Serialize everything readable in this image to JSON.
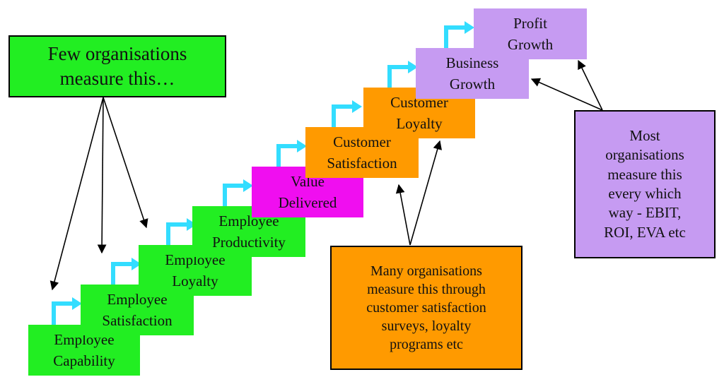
{
  "steps": [
    {
      "label": "Employee\nCapability"
    },
    {
      "label": "Employee\nSatisfaction"
    },
    {
      "label": "Employee\nLoyalty"
    },
    {
      "label": "Employee\nProductivity"
    },
    {
      "label": "Value\nDelivered"
    },
    {
      "label": "Customer\nSatisfaction"
    },
    {
      "label": "Customer\nLoyalty"
    },
    {
      "label": "Business\nGrowth"
    },
    {
      "label": "Profit\nGrowth"
    }
  ],
  "notes": {
    "few": "Few organisations\nmeasure this…",
    "many": "Many organisations\nmeasure this through\ncustomer satisfaction\nsurveys, loyalty\nprograms etc",
    "most": "Most\norganisations\nmeasure this\nevery which\nway - EBIT,\nROI, EVA etc"
  },
  "colors": {
    "employee": "#22ee22",
    "value": "#f00ef0",
    "customer": "#ff9a00",
    "business": "#c69bf2",
    "step_arrow": "#33ddff"
  }
}
